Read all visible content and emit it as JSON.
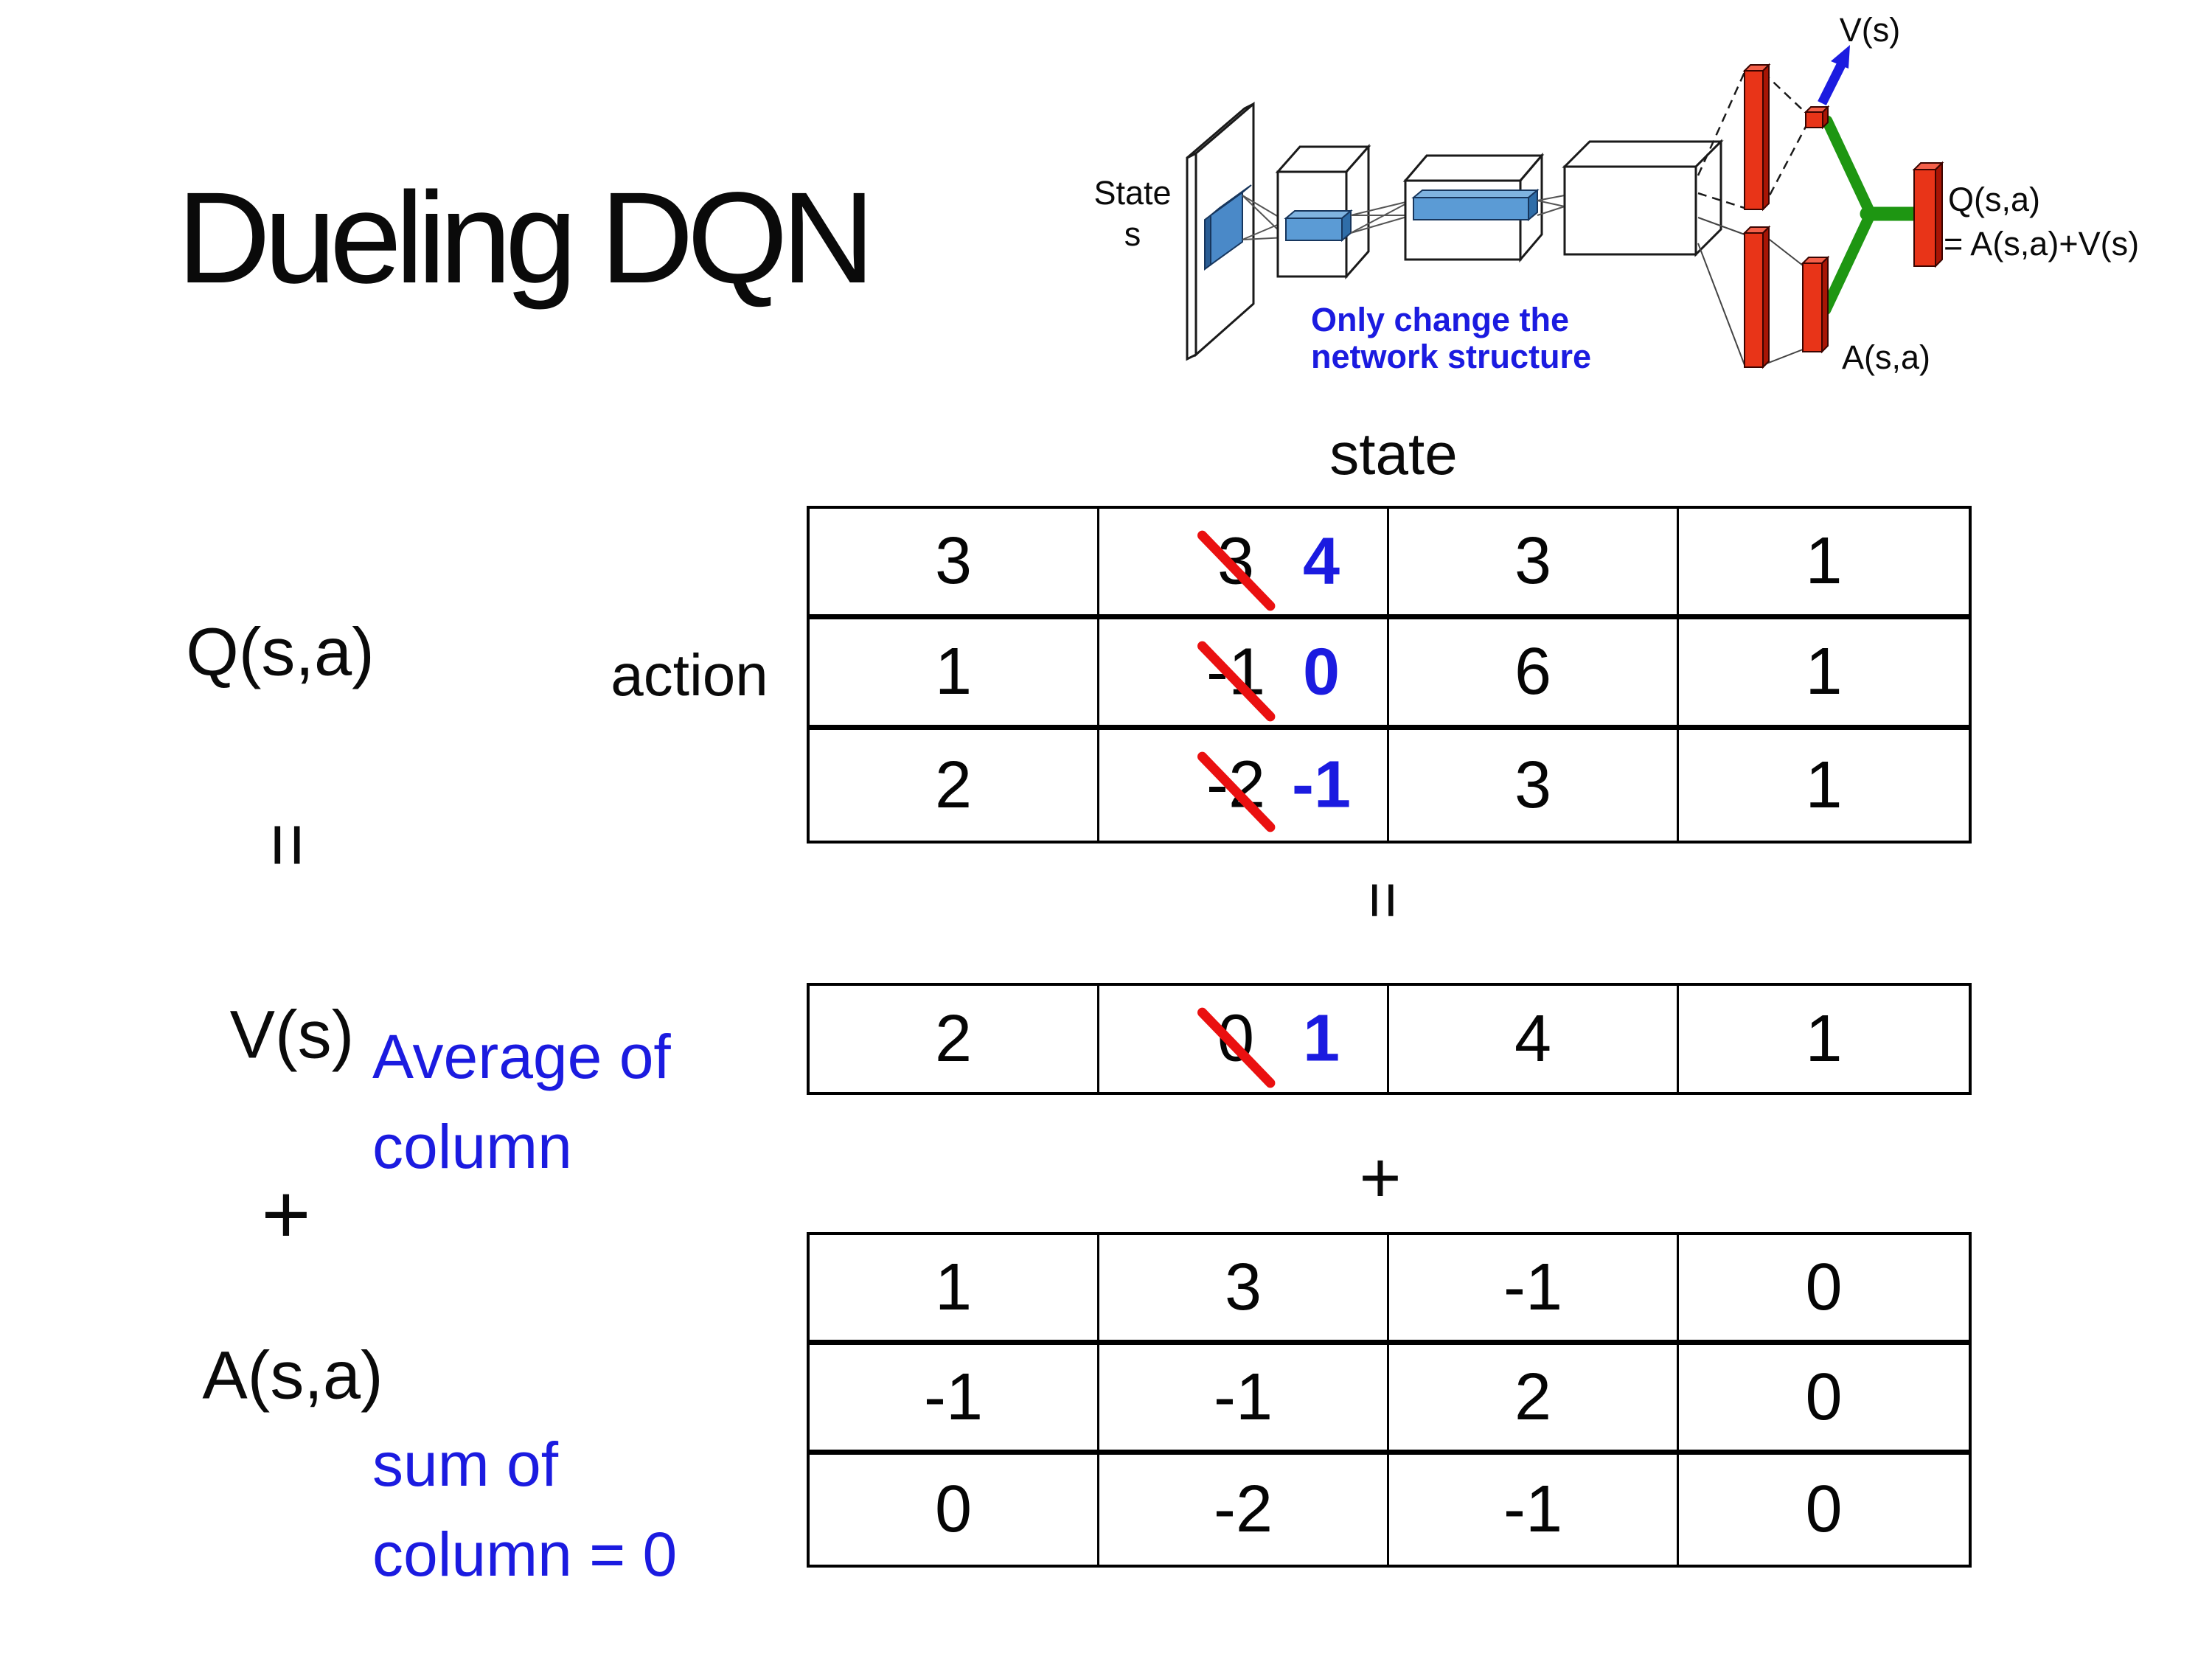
{
  "title": "Dueling DQN",
  "colors": {
    "annotation_blue": "#1b1be0",
    "strike_red": "#ea1010",
    "bar_red": "#e83418",
    "link_green": "#1e9612",
    "arrow_blue": "#1c1ce0",
    "conv_blue": "#5b9bd5"
  },
  "network_diagram": {
    "state_label_line1": "State",
    "state_label_line2": "s",
    "note_line1": "Only change the",
    "note_line2": "network structure",
    "v_output_label": "V(s)",
    "a_output_label": "A(s,a)",
    "q_output_label_line1": "Q(s,a)",
    "q_output_label_line2": "= A(s,a)+V(s)"
  },
  "equation": {
    "q_label": "Q(s,a)",
    "equals_left": "=",
    "v_label": "V(s)",
    "plus_left": "+",
    "a_label": "A(s,a)",
    "state_header": "state",
    "action_label": "action",
    "equals_mid": "=",
    "plus_mid": "+",
    "avg_note_line1": "Average of",
    "avg_note_line2": "column",
    "sum_note_line1": "sum of",
    "sum_note_line2": "column = 0"
  },
  "q_table": {
    "rows": [
      [
        {
          "value": "3"
        },
        {
          "value": "3",
          "corrected": "4"
        },
        {
          "value": "3"
        },
        {
          "value": "1"
        }
      ],
      [
        {
          "value": "1"
        },
        {
          "value": "-1",
          "corrected": "0"
        },
        {
          "value": "6"
        },
        {
          "value": "1"
        }
      ],
      [
        {
          "value": "2"
        },
        {
          "value": "-2",
          "corrected": "-1"
        },
        {
          "value": "3"
        },
        {
          "value": "1"
        }
      ]
    ]
  },
  "v_table": {
    "rows": [
      [
        {
          "value": "2"
        },
        {
          "value": "0",
          "corrected": "1"
        },
        {
          "value": "4"
        },
        {
          "value": "1"
        }
      ]
    ]
  },
  "a_table": {
    "rows": [
      [
        {
          "value": "1"
        },
        {
          "value": "3"
        },
        {
          "value": "-1"
        },
        {
          "value": "0"
        }
      ],
      [
        {
          "value": "-1"
        },
        {
          "value": "-1"
        },
        {
          "value": "2"
        },
        {
          "value": "0"
        }
      ],
      [
        {
          "value": "0"
        },
        {
          "value": "-2"
        },
        {
          "value": "-1"
        },
        {
          "value": "0"
        }
      ]
    ]
  }
}
